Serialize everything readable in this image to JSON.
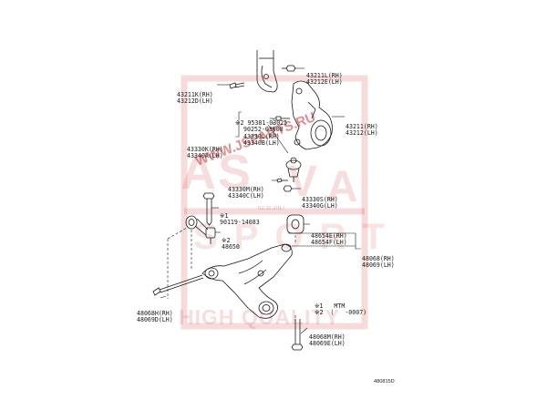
{
  "watermark": {
    "brand_left": "AS",
    "brand_mid": "V",
    "brand_right": "A",
    "sport": "SPORT",
    "site": "WWW.JSPARTS.RU",
    "quality": "HIGH QUALITY",
    "stamp_date": "02.11.2017"
  },
  "labels": {
    "p43211L": [
      "43211L(RH)",
      "43212E(LH)"
    ],
    "p43211K": [
      "43211K(RH)",
      "43212D(LH)"
    ],
    "p43211": [
      "43211(RH)",
      "43212(LH)"
    ],
    "p95381": [
      "※2 95381-03025",
      "90252-03008",
      "43330L(RH)",
      "43340B(LH)"
    ],
    "p43330K": [
      "43330K(RH)",
      "43340A(LH)"
    ],
    "p43330M": [
      "43330M(RH)",
      "43340C(LH)"
    ],
    "p43330S": [
      "43330S(RH)",
      "43340G(LH)"
    ],
    "p90119": [
      "※1",
      "90119-14083"
    ],
    "p48650": [
      "※2",
      "48650"
    ],
    "p48654E": [
      "48654E(RH)",
      "48654F(LH)"
    ],
    "p48068": [
      "48068(RH)",
      "48069(LH)"
    ],
    "p48068H": [
      "48068H(RH)",
      "48069D(LH)"
    ],
    "legend": [
      "※1   MTM",
      "※2  (   -0007)"
    ],
    "p48068M": [
      "48068M(RH)",
      "48069E(LH)"
    ]
  },
  "figure_id": "480815D",
  "colors": {
    "line": "#1a1a1a",
    "watermark": "#d23a3a"
  }
}
